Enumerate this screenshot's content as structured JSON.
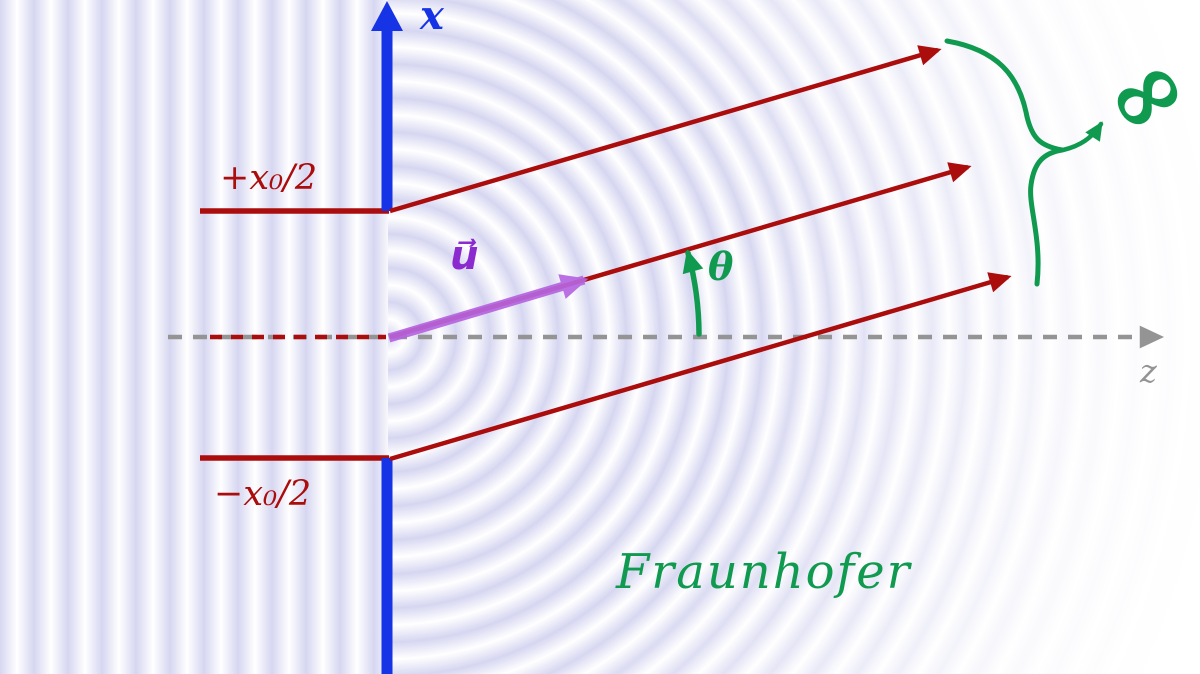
{
  "title": "Fraunhofer diffraction through a slit",
  "labels": {
    "x_axis": "x",
    "z_axis": "z",
    "slit_half_top": "+x₀/2",
    "slit_half_bottom": "−x₀/2",
    "wave_vector": "u⃗",
    "angle": "θ",
    "infinity": "∞",
    "regime": "Fraunhofer"
  },
  "icons": {
    "x_axis_arrow": "up-arrowhead",
    "z_axis_arrow": "right-arrowhead",
    "ray_arrows": "diagonal-ray-arrowheads",
    "theta_arrow": "curved-angle-arrow",
    "brace": "curly-brace-grouping-rays",
    "infinity_pointer": "small-arrow-to-infinity"
  },
  "colors": {
    "axis_blue": "#1634e6",
    "ray_red": "#ab0c0c",
    "vector_purple": "#b565e0",
    "label_purple": "#8b2ace",
    "accent_green": "#109a4f",
    "axis_gray": "#949494",
    "wave_lavender": "#d6d6f1"
  }
}
